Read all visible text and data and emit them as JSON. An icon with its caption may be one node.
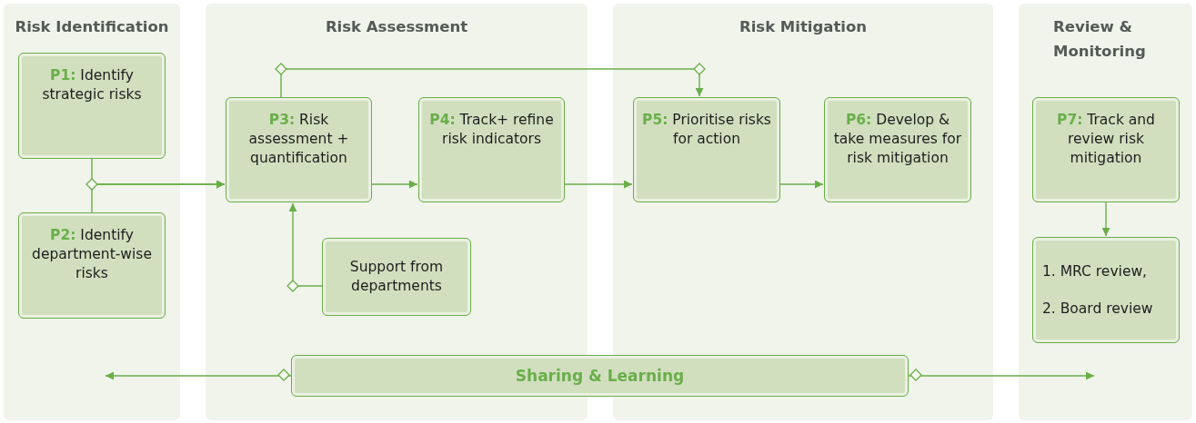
{
  "diagram": {
    "nodes": [
      {
        "text": [
          "Risk Identification"
        ]
      },
      {
        "text": [
          "**P1:** Identify strategic risks"
        ],
        "in": 0
      },
      {
        "text": [
          "**P2:** Identify department-wise risks"
        ],
        "in": 0
      },
      {
        "text": [
          "Risk Assessment"
        ]
      },
      {
        "text": [
          "**P3:** Risk assessment + quantification"
        ],
        "in": 3
      },
      {
        "text": [
          "**P4:** Track+ refine risk indicators"
        ],
        "in": 3
      },
      {
        "text": [
          "Support from departments"
        ],
        "in": 3
      },
      {
        "text": [
          "Risk Mitigation"
        ]
      },
      {
        "text": [
          "**P5:** Prioritise risks for action"
        ],
        "in": 7
      },
      {
        "text": [
          "**P6:** Develop & take measures for risk mitigation"
        ],
        "in": 7
      },
      {
        "text": [
          "Review & Monitoring"
        ]
      },
      {
        "text": [
          "**P7:** Track and review risk mitigation"
        ],
        "in": 10
      },
      {
        "text": [
          "1. MRC review,",
          "2. Board review"
        ],
        "in": 10
      },
      {
        "text": [
          "Sharing & Learning"
        ]
      }
    ],
    "edges": [
      {
        "from": 1,
        "to": 4,
        "arrow": "to"
      },
      {
        "from": 2,
        "to": 4,
        "arrow": "to"
      },
      {
        "from": 4,
        "to": 5,
        "arrow": "to"
      },
      {
        "from": 5,
        "to": 8,
        "arrow": "to"
      },
      {
        "from": 8,
        "to": 9,
        "arrow": "to"
      },
      {
        "from": 4,
        "to": 8,
        "arrow": "to"
      },
      {
        "from": 6,
        "to": 4,
        "arrow": "to"
      },
      {
        "from": 11,
        "to": 12,
        "arrow": "to"
      },
      {
        "from": 13,
        "to": null,
        "arrow": "to"
      },
      {
        "from": 13,
        "to": null,
        "arrow": "to"
      }
    ]
  }
}
